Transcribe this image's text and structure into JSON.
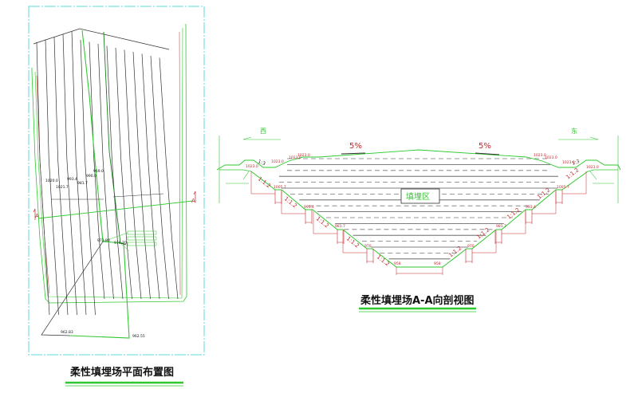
{
  "plan": {
    "title": "柔性填埋场平面布置图",
    "section_marker": "A",
    "elevations": [
      "1020.0",
      "1021.7",
      "993.4",
      "981.7",
      "990.0",
      "969.0",
      "973.80",
      "976.70",
      "962.83",
      "962.55"
    ]
  },
  "section": {
    "title": "柔性填埋场A-A向剖视图",
    "west_label": "西",
    "east_label": "东",
    "slope_top_left": "5%",
    "slope_top_right": "5%",
    "zone_label": "填埋区",
    "slope_outer": "1:3",
    "slope_inner": "1:1.2",
    "elev_top": "1023.0",
    "elev_steps": [
      "1005.7",
      "993.4",
      "981.7",
      "970"
    ],
    "elev_bottom": "958"
  },
  "colors": {
    "green": "#2fc82f",
    "red": "#c0282c",
    "frame": "#5fd8d8",
    "line": "#333333"
  }
}
